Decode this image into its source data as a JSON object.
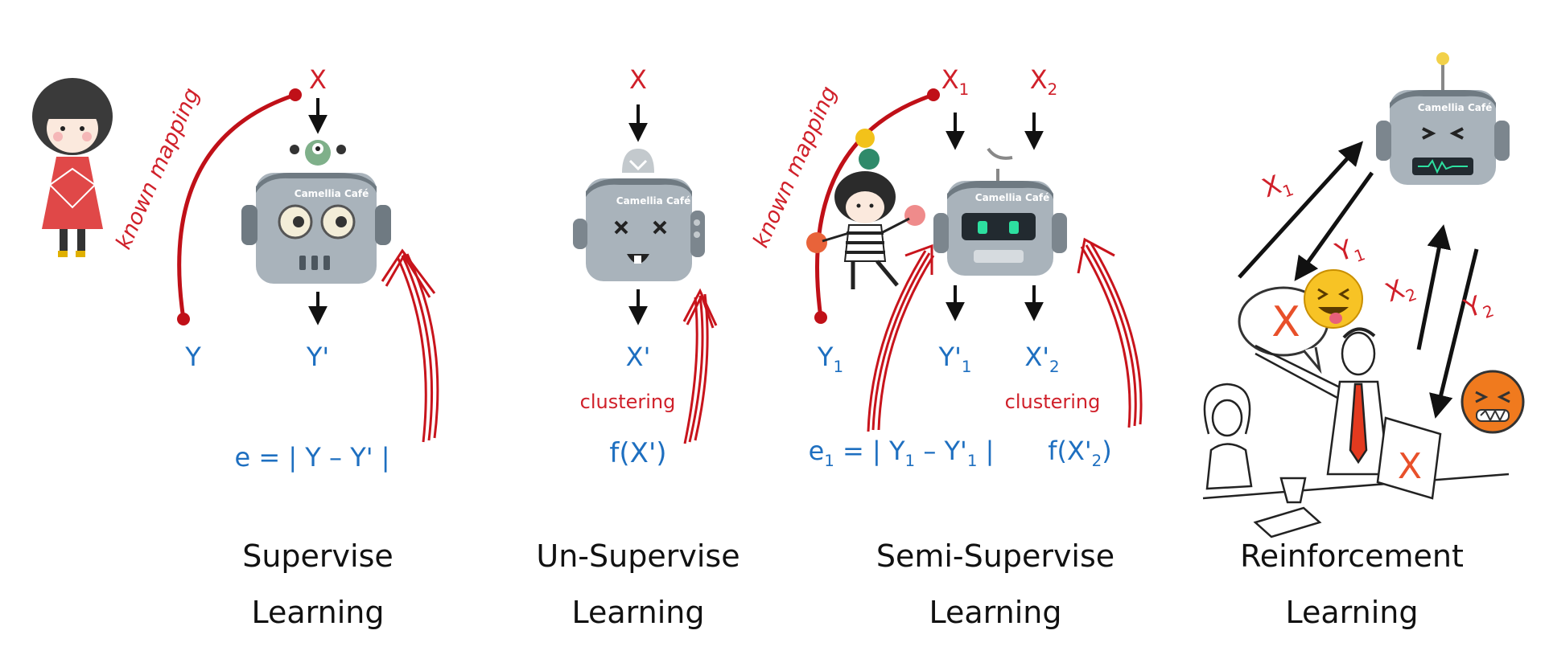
{
  "columns": {
    "supervised": {
      "title_line1": "Supervise",
      "title_line2": "Learning",
      "input": "X",
      "output": "Y'",
      "target": "Y",
      "mapping_label": "known mapping",
      "error_formula": "e = | Y – Y' |",
      "robot_brand": "Camellia Café"
    },
    "unsupervised": {
      "title_line1": "Un-Supervise",
      "title_line2": "Learning",
      "input": "X",
      "output": "X'",
      "cluster_label": "clustering",
      "objective": "f(X')",
      "robot_brand": "Camellia Café"
    },
    "semisupervised": {
      "title_line1": "Semi-Supervise",
      "title_line2": "Learning",
      "mapping_label": "known mapping",
      "input1": "X",
      "input1_sub": "1",
      "input2": "X",
      "input2_sub": "2",
      "target1": "Y",
      "target1_sub": "1",
      "output1": "Y'",
      "output1_sub": "1",
      "output2": "X'",
      "output2_sub": "2",
      "cluster_label": "clustering",
      "error_e": "e",
      "error_e_sub": "1",
      "error_mid": " = | Y",
      "error_mid_sub": "1",
      "error_rest": " – Y'",
      "error_rest_sub": "1",
      "error_end": " |",
      "objective_a": "f(X'",
      "objective_sub": "2",
      "objective_b": ")",
      "robot_brand": "Camellia Café"
    },
    "reinforcement": {
      "title_line1": "Reinforcement",
      "title_line2": "Learning",
      "x1": "X",
      "x1_sub": "1",
      "y1": "Y",
      "y1_sub": "1",
      "x2": "X",
      "x2_sub": "2",
      "y2": "Y",
      "y2_sub": "2",
      "bubble_mark": "X",
      "book_mark": "X",
      "robot_brand": "Camellia Café"
    }
  },
  "colors": {
    "red": "#d0202a",
    "blue": "#1e6fc0",
    "robot_body": "#a9b3bb",
    "robot_dark": "#6f7a82",
    "emoji_yellow": "#f7c325",
    "emoji_orange": "#f07a1e"
  }
}
